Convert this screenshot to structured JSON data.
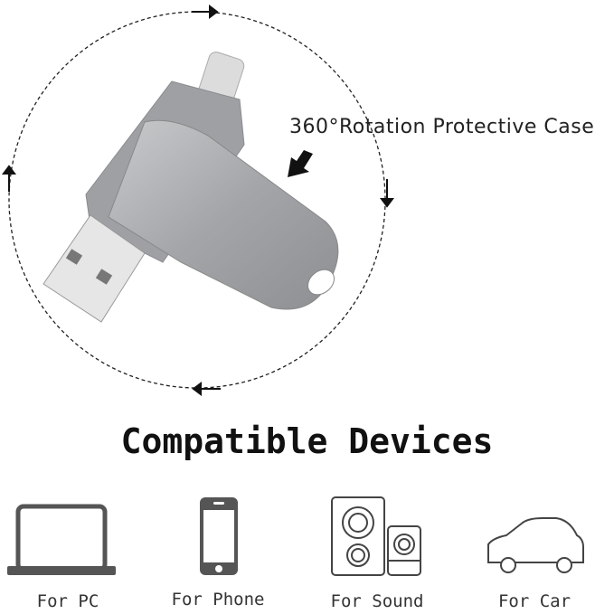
{
  "caption": "360°Rotation Protective Case",
  "title": "Compatible Devices",
  "devices": [
    {
      "icon": "laptop-icon",
      "label": "For PC"
    },
    {
      "icon": "phone-icon",
      "label": "For Phone"
    },
    {
      "icon": "speaker-icon",
      "label": "For Sound"
    },
    {
      "icon": "car-icon",
      "label": "For Car"
    }
  ],
  "colors": {
    "metal": "#a9abad",
    "icon": "#555555"
  }
}
